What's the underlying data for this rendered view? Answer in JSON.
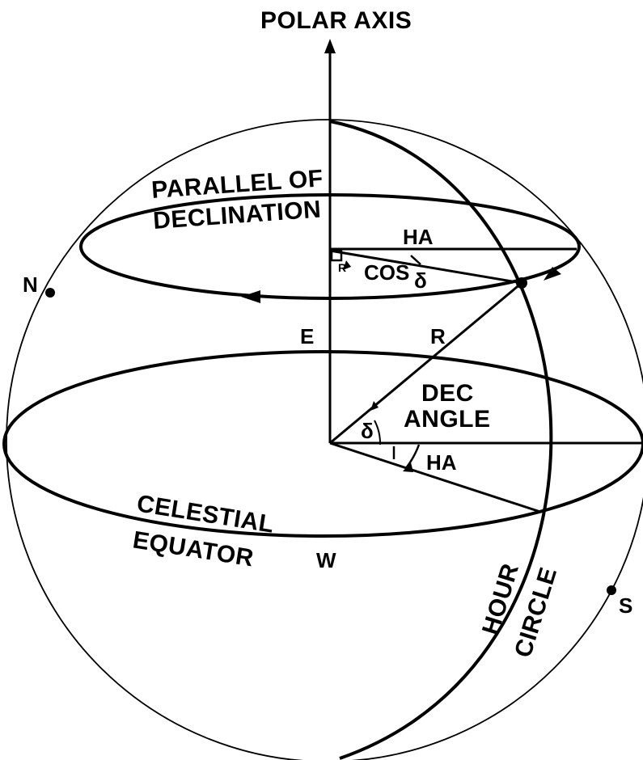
{
  "labels": {
    "polar_axis": "POLAR AXIS",
    "parallel_line1": "PARALLEL OF",
    "parallel_line2": "DECLINATION",
    "ha_top": "HA",
    "r_small": "R",
    "cos": "COS",
    "delta_cos": "δ",
    "n": "N",
    "e": "E",
    "r_main": "R",
    "dec_line1": "DEC",
    "dec_line2": "ANGLE",
    "delta_angle": "δ",
    "ha_bottom": "HA",
    "celestial_line1": "CELESTIAL",
    "celestial_line2": "EQUATOR",
    "w": "W",
    "hour_line1": "HOUR",
    "hour_line2": "CIRCLE",
    "s": "S"
  },
  "colors": {
    "ink": "#000000",
    "paper": "#ffffff"
  }
}
